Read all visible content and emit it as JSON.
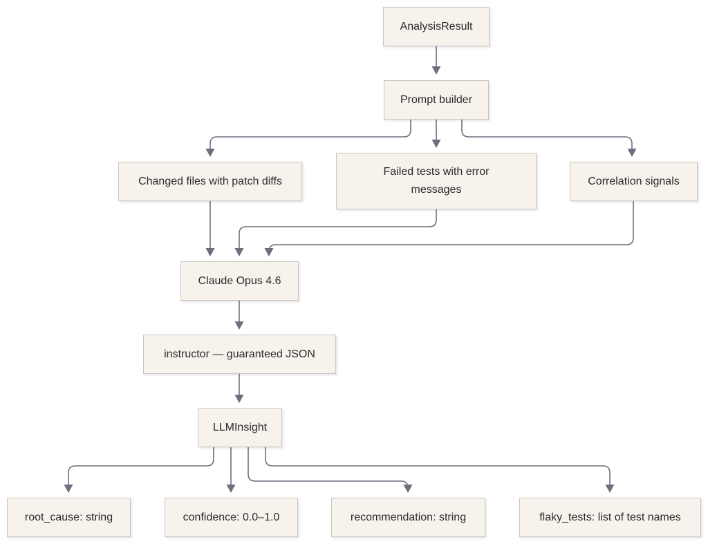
{
  "nodes": {
    "analysis_result": "AnalysisResult",
    "prompt_builder": "Prompt builder",
    "changed_files": "Changed files with patch diffs",
    "failed_tests": "Failed tests with error messages",
    "correlation_signals": "Correlation signals",
    "claude_opus": "Claude Opus 4.6",
    "instructor": "instructor — guaranteed JSON",
    "llm_insight": "LLMInsight",
    "root_cause": "root_cause: string",
    "confidence": "confidence: 0.0–1.0",
    "recommendation": "recommendation: string",
    "flaky_tests": "flaky_tests: list of test names"
  },
  "colors": {
    "node_fill": "#f7f3ec",
    "node_border": "#c9c6c1",
    "edge": "#6b6f7d",
    "text": "#2b2b2b"
  }
}
